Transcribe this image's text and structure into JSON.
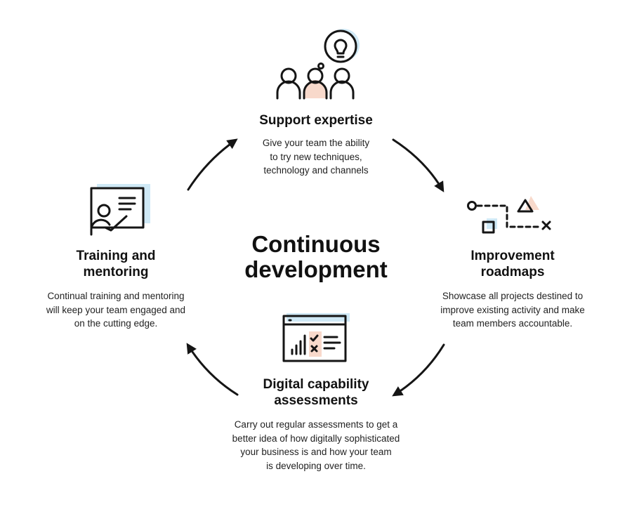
{
  "center": {
    "line1": "Continuous",
    "line2": "development"
  },
  "nodes": {
    "support": {
      "title": "Support expertise",
      "desc": [
        "Give your team the ability",
        "to try new techniques,",
        "technology and channels"
      ]
    },
    "roadmaps": {
      "title": [
        "Improvement",
        "roadmaps"
      ],
      "desc": [
        "Showcase all projects destined to",
        "improve existing activity and make",
        "team members accountable."
      ]
    },
    "assessments": {
      "title": [
        "Digital capability",
        "assessments"
      ],
      "desc": [
        "Carry out regular assessments to get a",
        "better idea of how digitally sophisticated",
        "your business is and how your team",
        "is developing over time."
      ]
    },
    "training": {
      "title": [
        "Training and",
        "mentoring"
      ],
      "desc": [
        "Continual training and mentoring",
        "will keep your team engaged and",
        "on the cutting edge."
      ]
    }
  },
  "colors": {
    "accent_blue": "#cfe9f6",
    "accent_peach": "#f8d9cb",
    "ink": "#151515"
  },
  "icons": [
    "team-lightbulb-icon",
    "roadmap-path-icon",
    "assessment-dashboard-icon",
    "presentation-board-icon"
  ]
}
